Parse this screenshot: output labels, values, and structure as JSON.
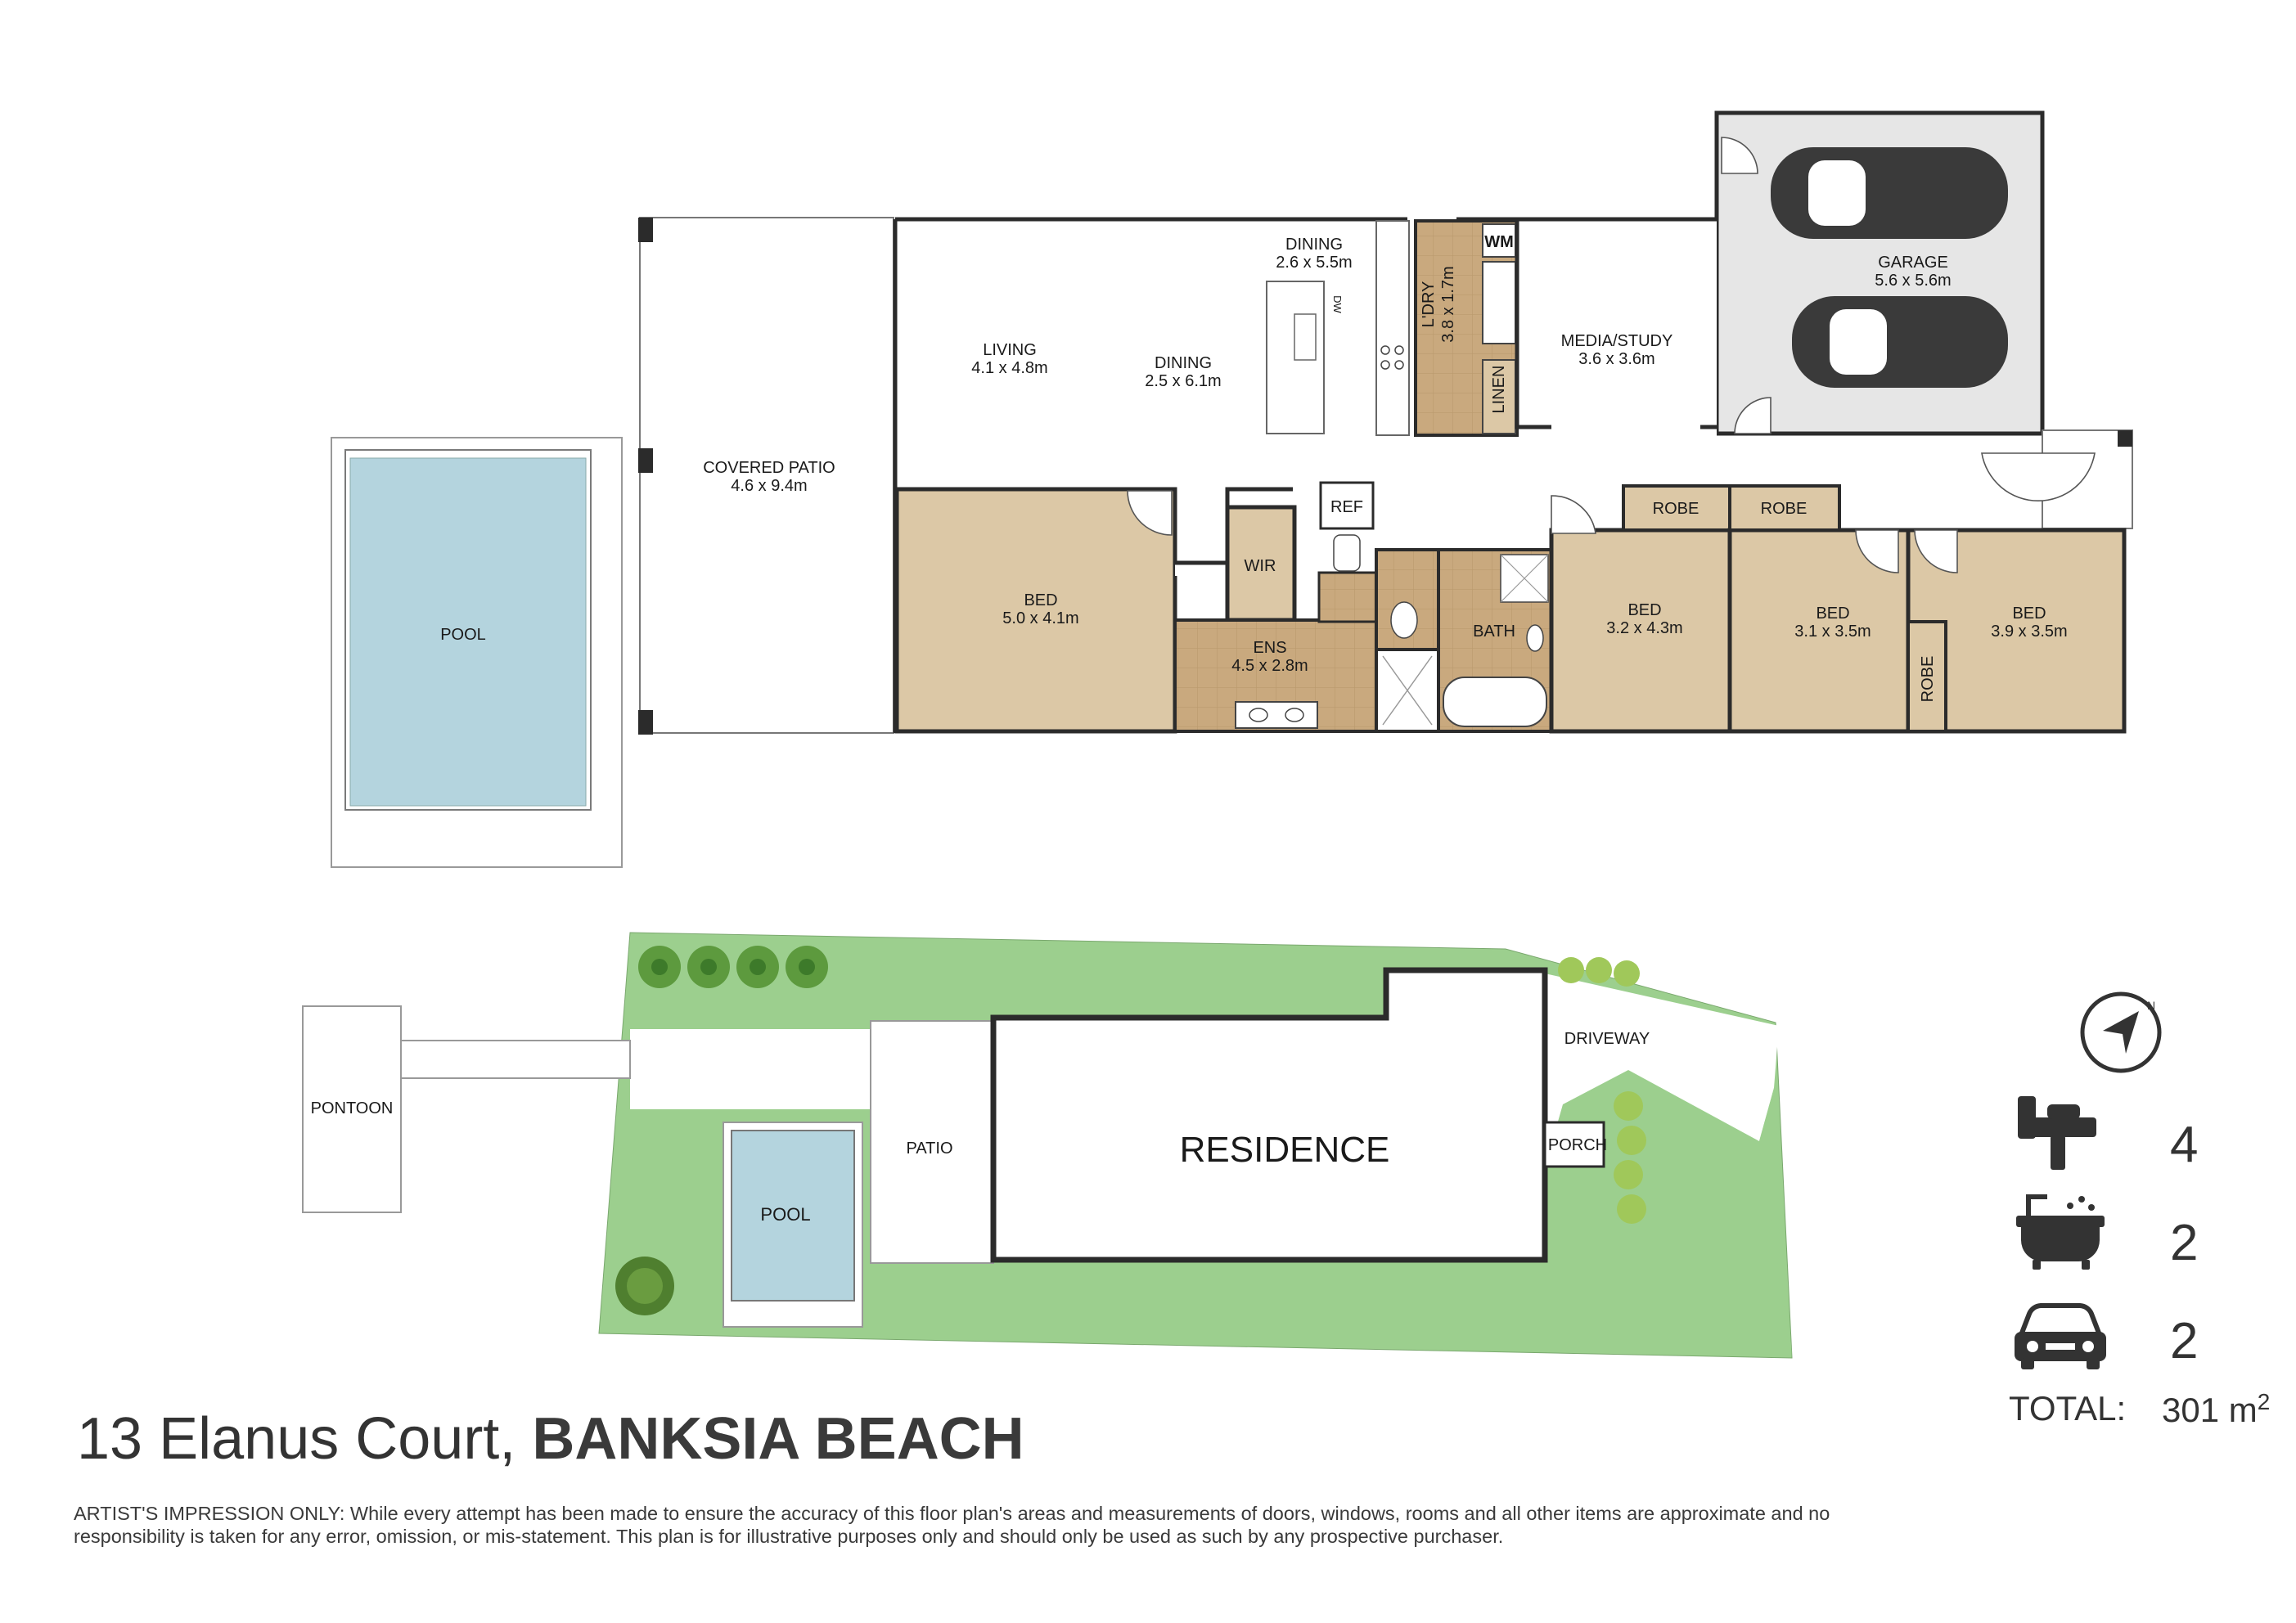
{
  "floorplan": {
    "rooms": {
      "covered_patio": {
        "name": "COVERED PATIO",
        "dims": "4.6 x 9.4m"
      },
      "pool_top": {
        "name": "POOL"
      },
      "living": {
        "name": "LIVING",
        "dims": "4.1 x 4.8m"
      },
      "dining_a": {
        "name": "DINING",
        "dims": "2.6 x 5.5m"
      },
      "dining_b": {
        "name": "DINING",
        "dims": "2.5 x 6.1m"
      },
      "dw": {
        "name": "DW"
      },
      "laundry": {
        "name": "L'DRY",
        "dims": "3.8 x 1.7m"
      },
      "wm": {
        "name": "WM"
      },
      "linen": {
        "name": "LINEN"
      },
      "media": {
        "name": "MEDIA/STUDY",
        "dims": "3.6 x 3.6m"
      },
      "garage": {
        "name": "GARAGE",
        "dims": "5.6 x 5.6m"
      },
      "ref": {
        "name": "REF"
      },
      "wir": {
        "name": "WIR"
      },
      "bed_master": {
        "name": "BED",
        "dims": "5.0 x 4.1m"
      },
      "ens": {
        "name": "ENS",
        "dims": "4.5 x 2.8m"
      },
      "bath": {
        "name": "BATH"
      },
      "bed2": {
        "name": "BED",
        "dims": "3.2 x 4.3m"
      },
      "bed3": {
        "name": "BED",
        "dims": "3.1 x 3.5m"
      },
      "bed4": {
        "name": "BED",
        "dims": "3.9 x 3.5m"
      },
      "robe1": {
        "name": "ROBE"
      },
      "robe2": {
        "name": "ROBE"
      },
      "robe3": {
        "name": "ROBE"
      }
    }
  },
  "siteplan": {
    "pontoon": "PONTOON",
    "pool": "POOL",
    "patio": "PATIO",
    "residence": "RESIDENCE",
    "driveway": "DRIVEWAY",
    "porch": "PORCH"
  },
  "address": {
    "street": "13 Elanus Court,",
    "suburb": "BANKSIA BEACH"
  },
  "disclaimer": "ARTIST'S IMPRESSION ONLY: While every attempt has been made to ensure the accuracy of this floor plan's areas and measurements of doors, windows, rooms and all other items are approximate and no responsibility is taken for any error, omission, or mis-statement. This plan is for illustrative purposes only and should only be used as such by any prospective purchaser.",
  "stats": {
    "beds": "4",
    "baths": "2",
    "cars": "2",
    "total_label": "TOTAL:",
    "total_value": "301 m",
    "total_unit_sup": "2"
  },
  "colors": {
    "room_fill": "#dcc8a6",
    "pool_fill": "#b4d4de",
    "garage_fill": "#e6e6e6",
    "lawn_fill": "#9ccf8e",
    "laundry_fill": "#c9a97e",
    "wall": "#2b2b2b"
  },
  "icons": [
    "compass-icon",
    "bed-icon",
    "bath-icon",
    "car-icon"
  ]
}
